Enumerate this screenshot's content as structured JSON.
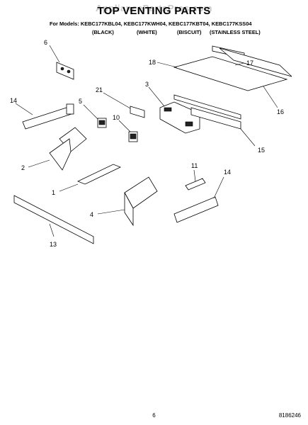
{
  "header": {
    "watermark": "AppliancePartsPros.com",
    "title": "TOP VENTING PARTS",
    "models_line": "For Models: KEBC177KBL04, KEBC177KWH04, KEBC177KBT04, KEBC177KSS04",
    "finishes": [
      "(BLACK)",
      "(WHITE)",
      "(BISCUIT)",
      "(STAINLESS STEEL)"
    ]
  },
  "callouts": {
    "c1": "1",
    "c2": "2",
    "c3": "3",
    "c4": "4",
    "c5": "5",
    "c6": "6",
    "c10": "10",
    "c11": "11",
    "c13": "13",
    "c14a": "14",
    "c14b": "14",
    "c15": "15",
    "c16": "16",
    "c17": "17",
    "c18": "18",
    "c21": "21"
  },
  "footer": {
    "page_number": "6",
    "doc_number": "8186246"
  }
}
